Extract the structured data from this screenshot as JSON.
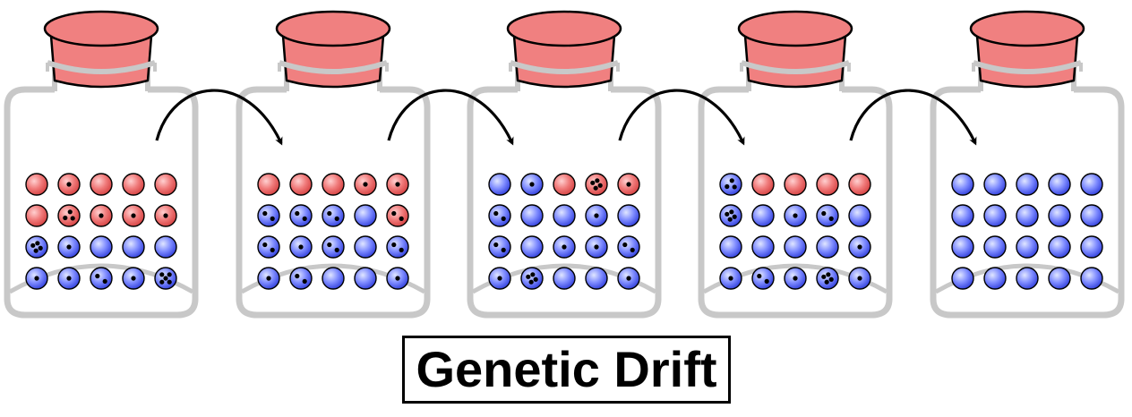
{
  "title": "Genetic Drift",
  "colors": {
    "red_marble": "#e86060",
    "red_marble_highlight": "#ffd0d0",
    "blue_marble": "#4d5cf0",
    "blue_marble_highlight": "#e0e6ff",
    "cork": "#f08080",
    "jar_outline": "#c8c8c8",
    "arrow": "#000000"
  },
  "jars": [
    {
      "rows": [
        [
          {
            "c": "red",
            "d": 0
          },
          {
            "c": "red",
            "d": 1
          },
          {
            "c": "red",
            "d": 0
          },
          {
            "c": "red",
            "d": 0
          },
          {
            "c": "red",
            "d": 0
          }
        ],
        [
          {
            "c": "red",
            "d": 0
          },
          {
            "c": "red",
            "d": 3
          },
          {
            "c": "red",
            "d": 1
          },
          {
            "c": "red",
            "d": 1
          },
          {
            "c": "red",
            "d": 1
          }
        ],
        [
          {
            "c": "blue",
            "d": 4
          },
          {
            "c": "blue",
            "d": 1
          },
          {
            "c": "blue",
            "d": 0
          },
          {
            "c": "blue",
            "d": 0
          },
          {
            "c": "blue",
            "d": 0
          }
        ],
        [
          {
            "c": "blue",
            "d": 1
          },
          {
            "c": "blue",
            "d": 1
          },
          {
            "c": "blue",
            "d": 2
          },
          {
            "c": "blue",
            "d": 1
          },
          {
            "c": "blue",
            "d": 5
          }
        ]
      ]
    },
    {
      "rows": [
        [
          {
            "c": "red",
            "d": 0
          },
          {
            "c": "red",
            "d": 0
          },
          {
            "c": "red",
            "d": 0
          },
          {
            "c": "red",
            "d": 1
          },
          {
            "c": "red",
            "d": 1
          }
        ],
        [
          {
            "c": "blue",
            "d": 2
          },
          {
            "c": "blue",
            "d": 2
          },
          {
            "c": "blue",
            "d": 2
          },
          {
            "c": "blue",
            "d": 0
          },
          {
            "c": "red",
            "d": 2
          }
        ],
        [
          {
            "c": "blue",
            "d": 2
          },
          {
            "c": "blue",
            "d": 1
          },
          {
            "c": "blue",
            "d": 2
          },
          {
            "c": "blue",
            "d": 0
          },
          {
            "c": "blue",
            "d": 2
          }
        ],
        [
          {
            "c": "blue",
            "d": 1
          },
          {
            "c": "blue",
            "d": 2
          },
          {
            "c": "blue",
            "d": 0
          },
          {
            "c": "blue",
            "d": 0
          },
          {
            "c": "blue",
            "d": 1
          }
        ]
      ]
    },
    {
      "rows": [
        [
          {
            "c": "blue",
            "d": 0
          },
          {
            "c": "blue",
            "d": 1
          },
          {
            "c": "red",
            "d": 0
          },
          {
            "c": "red",
            "d": 4
          },
          {
            "c": "red",
            "d": 1
          }
        ],
        [
          {
            "c": "blue",
            "d": 2
          },
          {
            "c": "blue",
            "d": 0
          },
          {
            "c": "blue",
            "d": 0
          },
          {
            "c": "blue",
            "d": 1
          },
          {
            "c": "blue",
            "d": 0
          }
        ],
        [
          {
            "c": "blue",
            "d": 2
          },
          {
            "c": "blue",
            "d": 0
          },
          {
            "c": "blue",
            "d": 1
          },
          {
            "c": "blue",
            "d": 1
          },
          {
            "c": "blue",
            "d": 2
          }
        ],
        [
          {
            "c": "blue",
            "d": 1
          },
          {
            "c": "blue",
            "d": 4
          },
          {
            "c": "blue",
            "d": 0
          },
          {
            "c": "blue",
            "d": 0
          },
          {
            "c": "blue",
            "d": 1
          }
        ]
      ]
    },
    {
      "rows": [
        [
          {
            "c": "blue",
            "d": 3
          },
          {
            "c": "red",
            "d": 0
          },
          {
            "c": "red",
            "d": 0
          },
          {
            "c": "red",
            "d": 0
          },
          {
            "c": "red",
            "d": 0
          }
        ],
        [
          {
            "c": "blue",
            "d": 4
          },
          {
            "c": "blue",
            "d": 0
          },
          {
            "c": "blue",
            "d": 1
          },
          {
            "c": "blue",
            "d": 2
          },
          {
            "c": "blue",
            "d": 0
          }
        ],
        [
          {
            "c": "blue",
            "d": 0
          },
          {
            "c": "blue",
            "d": 0
          },
          {
            "c": "blue",
            "d": 0
          },
          {
            "c": "blue",
            "d": 0
          },
          {
            "c": "blue",
            "d": 1
          }
        ],
        [
          {
            "c": "blue",
            "d": 1
          },
          {
            "c": "blue",
            "d": 2
          },
          {
            "c": "blue",
            "d": 1
          },
          {
            "c": "blue",
            "d": 4
          },
          {
            "c": "blue",
            "d": 1
          }
        ]
      ]
    },
    {
      "rows": [
        [
          {
            "c": "blue",
            "d": 0
          },
          {
            "c": "blue",
            "d": 0
          },
          {
            "c": "blue",
            "d": 0
          },
          {
            "c": "blue",
            "d": 0
          },
          {
            "c": "blue",
            "d": 0
          }
        ],
        [
          {
            "c": "blue",
            "d": 0
          },
          {
            "c": "blue",
            "d": 0
          },
          {
            "c": "blue",
            "d": 0
          },
          {
            "c": "blue",
            "d": 0
          },
          {
            "c": "blue",
            "d": 0
          }
        ],
        [
          {
            "c": "blue",
            "d": 0
          },
          {
            "c": "blue",
            "d": 0
          },
          {
            "c": "blue",
            "d": 0
          },
          {
            "c": "blue",
            "d": 0
          },
          {
            "c": "blue",
            "d": 0
          }
        ],
        [
          {
            "c": "blue",
            "d": 0
          },
          {
            "c": "blue",
            "d": 0
          },
          {
            "c": "blue",
            "d": 0
          },
          {
            "c": "blue",
            "d": 0
          },
          {
            "c": "blue",
            "d": 0
          }
        ]
      ]
    }
  ],
  "arrows": [
    {
      "from": 0,
      "to": 1
    },
    {
      "from": 1,
      "to": 2
    },
    {
      "from": 2,
      "to": 3
    },
    {
      "from": 3,
      "to": 4
    }
  ]
}
